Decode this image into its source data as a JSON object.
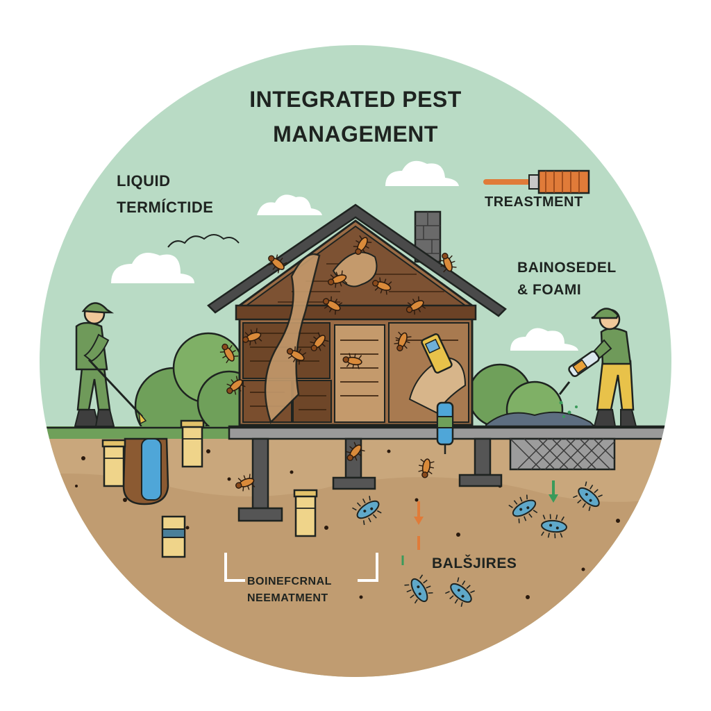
{
  "title": {
    "line1": "INTEGRATED PEST",
    "line2": "MANAGEMENT"
  },
  "labels": {
    "liquid": {
      "line1": "LIQUID",
      "line2": "TERMÍCTIDE"
    },
    "treatment": "TREASTMENT",
    "bait": {
      "line1": "BAINOSEDEL",
      "line2": "& FOAMI"
    },
    "biological": {
      "line1": "BOINEFCRNAL",
      "line2": "NEEMATMENT"
    },
    "bals": "BALŠJIRES"
  },
  "colors": {
    "sky": "#b9dbc5",
    "soil": "#c9a77c",
    "soil_dark": "#a9865d",
    "wood": "#9a6b45",
    "wood_dark": "#5b3b22",
    "roof": "#4a4a4a",
    "worker": "#6f9a5a",
    "pants_yellow": "#e8c24a",
    "termite": "#d98a3a",
    "bush": "#6fa05a",
    "ink": "#1e2320"
  },
  "icons": [
    "cloud-icon",
    "brush-icon",
    "termite-icon",
    "bacteria-icon",
    "bait-station-icon",
    "foam-gun-icon",
    "moisture-meter-icon",
    "arrow-down-icon"
  ]
}
